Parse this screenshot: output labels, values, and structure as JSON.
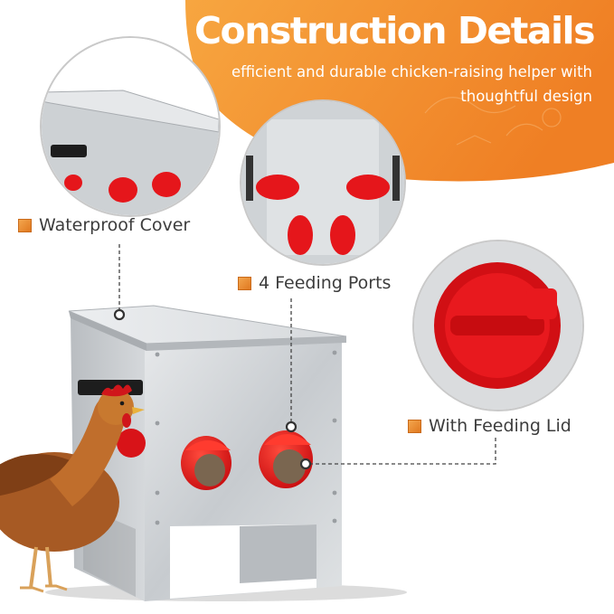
{
  "header": {
    "title": "Construction Details",
    "subtitle": "efficient and durable chicken-raising helper with thoughtful design"
  },
  "callouts": [
    {
      "label": "Waterproof Cover",
      "icon": "orange-square-bullet"
    },
    {
      "label": "4 Feeding Ports",
      "icon": "orange-square-bullet"
    },
    {
      "label": "With Feeding Lid",
      "icon": "orange-square-bullet"
    }
  ],
  "colors": {
    "banner_orange": "#f08a2a",
    "port_red": "#e5161b",
    "steel": "#c8ccd0",
    "text_gray": "#3d3d3d"
  }
}
